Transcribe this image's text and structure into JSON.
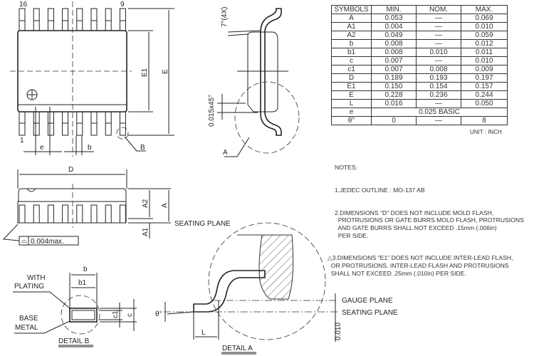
{
  "top_view": {
    "pin_first_top": "16",
    "pin_last_top": "9",
    "pin_first_bottom": "1",
    "label_e": "e",
    "label_b": "b",
    "label_E1": "E1",
    "label_E": "E",
    "detail_ref": "B"
  },
  "side_view": {
    "label_D": "D",
    "label_A2": "A2",
    "label_A": "A",
    "label_A1": "A1",
    "seating_plane": "SEATING PLANE",
    "coplanarity": "0.004max."
  },
  "end_view": {
    "angle": "7°(4X)",
    "chamfer": "0.015x45°",
    "detail_ref": "A"
  },
  "table": {
    "headers": [
      "SYMBOLS",
      "MIN.",
      "NOM.",
      "MAX."
    ],
    "rows": [
      [
        "A",
        "0.053",
        "—",
        "0.069"
      ],
      [
        "A1",
        "0.004",
        "—",
        "0.010"
      ],
      [
        "A2",
        "0.049",
        "—",
        "0.059"
      ],
      [
        "b",
        "0.008",
        "—",
        "0.012"
      ],
      [
        "b1",
        "0.008",
        "0.010",
        "0.011"
      ],
      [
        "c",
        "0.007",
        "—",
        "0.010"
      ],
      [
        "c1",
        "0.007",
        "0.008",
        "0.009"
      ],
      [
        "D",
        "0.189",
        "0.193",
        "0.197"
      ],
      [
        "E1",
        "0.150",
        "0.154",
        "0.157"
      ],
      [
        "E",
        "0.228",
        "0.236",
        "0.244"
      ],
      [
        "L",
        "0.016",
        "—",
        "0.050"
      ]
    ],
    "row_e": {
      "symbol": "e",
      "value": "0.025 BASIC"
    },
    "row_theta": {
      "symbol": "θ°",
      "min": "0",
      "nom": "—",
      "max": "8"
    },
    "unit": "UNIT : INCH"
  },
  "notes": {
    "title": "NOTES:",
    "items": [
      "1.JEDEC OUTLINE : MO-137 AB",
      "2.DIMENSIONS \"D\" DOES NOT INCLUDE MOLD FLASH,\n  PROTRUSIONS OR GATE BURRS.MOLD FLASH, PROTRUSIONS\n  AND GATE BURRS SHALL NOT EXCEED .15mm (.006in)\n  PER SIDE.",
      "3.DIMENSIONS \"E1\" DOES NOT INCLUDE INTER-LEAD FLASH,\n  OR PROTRUSIONS. INTER-LEAD FLASH AND PROTRUSIONS\n  SHALL NOT EXCEED .25mm (.010in) PER SIDE."
    ]
  },
  "detail_b": {
    "with_plating": [
      "WITH",
      "PLATING"
    ],
    "base_metal": [
      "BASE",
      "METAL"
    ],
    "label_b": "b",
    "label_b1": "b1",
    "label_c1": "c1",
    "label_c": "c",
    "title": "DETAIL B"
  },
  "detail_a": {
    "gauge_plane": "GAUGE PLANE",
    "seating_plane": "SEATING PLANE",
    "theta": "θ°",
    "label_L": "L",
    "gauge_dim": "0.010",
    "title": "DETAIL A"
  }
}
